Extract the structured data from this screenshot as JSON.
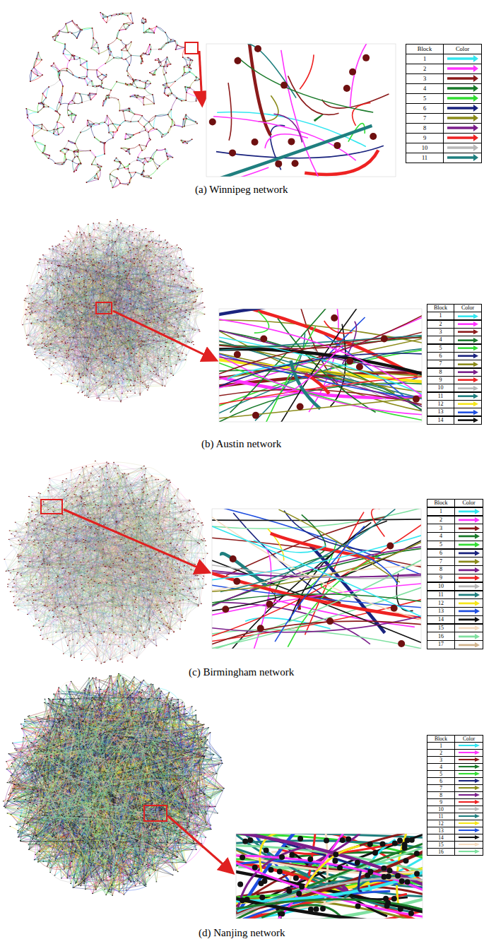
{
  "diagram": {
    "labels": [
      "Block",
      "Color",
      "Block",
      "Color",
      "Block",
      "Color",
      "Block",
      "Color",
      "(a) Winnipeg network",
      "(b) Austin network",
      "(c) Birmingham network",
      "(d) Nanjing network"
    ],
    "legend": [
      {
        "text": "1",
        "color": "#33e6f0"
      },
      {
        "text": "2",
        "color": "#ff33ff"
      },
      {
        "text": "3",
        "color": "#8b1a1a"
      },
      {
        "text": "4",
        "color": "#1a7a2a"
      },
      {
        "text": "5",
        "color": "#33dd33"
      },
      {
        "text": "6",
        "color": "#1a237e"
      },
      {
        "text": "7",
        "color": "#8b8b1a"
      },
      {
        "text": "8",
        "color": "#7b1f8b"
      },
      {
        "text": "9",
        "color": "#ee2222"
      },
      {
        "text": "10",
        "color": "#b8b8b8"
      },
      {
        "text": "11",
        "color": "#1f7f7f"
      },
      {
        "text": "1",
        "color": "#33e6f0"
      },
      {
        "text": "2",
        "color": "#ff33ff"
      },
      {
        "text": "3",
        "color": "#8b1a1a"
      },
      {
        "text": "4",
        "color": "#1a7a2a"
      },
      {
        "text": "5",
        "color": "#33dd33"
      },
      {
        "text": "6",
        "color": "#1a237e"
      },
      {
        "text": "7",
        "color": "#8b8b1a"
      },
      {
        "text": "8",
        "color": "#7b1f8b"
      },
      {
        "text": "9",
        "color": "#ee2222"
      },
      {
        "text": "10",
        "color": "#b8b8b8"
      },
      {
        "text": "11",
        "color": "#1f7f7f"
      },
      {
        "text": "12",
        "color": "#f5e61a"
      },
      {
        "text": "13",
        "color": "#1f4fe0"
      },
      {
        "text": "14",
        "color": "#111111"
      },
      {
        "text": "1",
        "color": "#33e6f0"
      },
      {
        "text": "2",
        "color": "#ff33ff"
      },
      {
        "text": "3",
        "color": "#8b1a1a"
      },
      {
        "text": "4",
        "color": "#1a7a2a"
      },
      {
        "text": "5",
        "color": "#33dd33"
      },
      {
        "text": "6",
        "color": "#1a237e"
      },
      {
        "text": "7",
        "color": "#8b8b1a"
      },
      {
        "text": "8",
        "color": "#7b1f8b"
      },
      {
        "text": "9",
        "color": "#ee2222"
      },
      {
        "text": "10",
        "color": "#b8b8b8"
      },
      {
        "text": "11",
        "color": "#1f7f7f"
      },
      {
        "text": "12",
        "color": "#f5e61a"
      },
      {
        "text": "13",
        "color": "#1f4fe0"
      },
      {
        "text": "14",
        "color": "#111111"
      },
      {
        "text": "15",
        "color": "#f5dcc0"
      },
      {
        "text": "16",
        "color": "#7fe0a0"
      },
      {
        "text": "17",
        "color": "#d2b48c"
      },
      {
        "text": "1",
        "color": "#33e6f0"
      },
      {
        "text": "2",
        "color": "#ff33ff"
      },
      {
        "text": "3",
        "color": "#8b1a1a"
      },
      {
        "text": "4",
        "color": "#1a7a2a"
      },
      {
        "text": "5",
        "color": "#33dd33"
      },
      {
        "text": "6",
        "color": "#1a237e"
      },
      {
        "text": "7",
        "color": "#8b8b1a"
      },
      {
        "text": "8",
        "color": "#7b1f8b"
      },
      {
        "text": "9",
        "color": "#ee2222"
      },
      {
        "text": "10",
        "color": "#b8b8b8"
      },
      {
        "text": "11",
        "color": "#1f7f7f"
      },
      {
        "text": "12",
        "color": "#f5e61a"
      },
      {
        "text": "13",
        "color": "#1f4fe0"
      },
      {
        "text": "14",
        "color": "#111111"
      },
      {
        "text": "15",
        "color": "#f5dcc0"
      },
      {
        "text": "16",
        "color": "#7fe0a0"
      }
    ]
  }
}
